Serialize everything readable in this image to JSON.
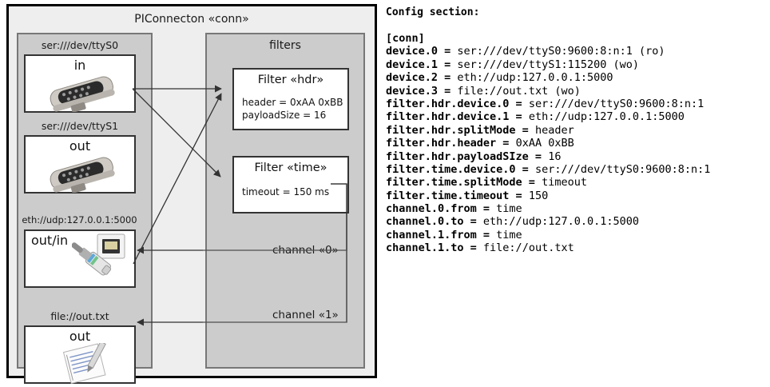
{
  "diagram": {
    "title": "PIConnecton «conn»",
    "devices_panel": {
      "items": [
        {
          "label": "ser:///dev/ttyS0",
          "direction": "in",
          "icon": "serial-port-icon"
        },
        {
          "label": "ser:///dev/ttyS1",
          "direction": "out",
          "icon": "serial-port-icon"
        },
        {
          "label": "eth://udp:127.0.0.1:5000",
          "direction": "out/in",
          "icon": "ethernet-plug-icon"
        },
        {
          "label": "file://out.txt",
          "direction": "out",
          "icon": "text-file-icon"
        }
      ]
    },
    "filters_panel": {
      "title": "filters",
      "filters": [
        {
          "title": "Filter «hdr»",
          "props": [
            "header = 0xAA 0xBB",
            "payloadSize = 16"
          ]
        },
        {
          "title": "Filter «time»",
          "props": [
            "timeout = 150 ms"
          ]
        }
      ],
      "channels": [
        {
          "label": "channel «0»"
        },
        {
          "label": "channel «1»"
        }
      ]
    }
  },
  "config": {
    "heading": "Config section:",
    "lines": [
      {
        "key": "[conn]",
        "value": ""
      },
      {
        "key": "device.0 = ",
        "value": "ser:///dev/ttyS0:9600:8:n:1 (ro)"
      },
      {
        "key": "device.1 = ",
        "value": "ser:///dev/ttyS1:115200 (wo)"
      },
      {
        "key": "device.2 = ",
        "value": "eth://udp:127.0.0.1:5000"
      },
      {
        "key": "device.3 = ",
        "value": "file://out.txt (wo)"
      },
      {
        "key": "filter.hdr.device.0 = ",
        "value": "ser:///dev/ttyS0:9600:8:n:1"
      },
      {
        "key": "filter.hdr.device.1 = ",
        "value": "eth://udp:127.0.0.1:5000"
      },
      {
        "key": "filter.hdr.splitMode = ",
        "value": "header"
      },
      {
        "key": "filter.hdr.header = ",
        "value": "0xAA 0xBB"
      },
      {
        "key": "filter.hdr.payloadSIze = ",
        "value": "16"
      },
      {
        "key": "filter.time.device.0 = ",
        "value": "ser:///dev/ttyS0:9600:8:n:1"
      },
      {
        "key": "filter.time.splitMode = ",
        "value": "timeout"
      },
      {
        "key": "filter.time.timeout = ",
        "value": "150"
      },
      {
        "key": "channel.0.from = ",
        "value": "time"
      },
      {
        "key": "channel.0.to = ",
        "value": "eth://udp:127.0.0.1:5000"
      },
      {
        "key": "channel.1.from = ",
        "value": "time"
      },
      {
        "key": "channel.1.to = ",
        "value": "file://out.txt"
      }
    ]
  },
  "colors": {
    "outer_fill": "#eeeeee",
    "panel_fill": "#cccccc",
    "panel_border": "#777777",
    "box_fill": "#ffffff",
    "box_border": "#333333",
    "wire": "#333333"
  }
}
